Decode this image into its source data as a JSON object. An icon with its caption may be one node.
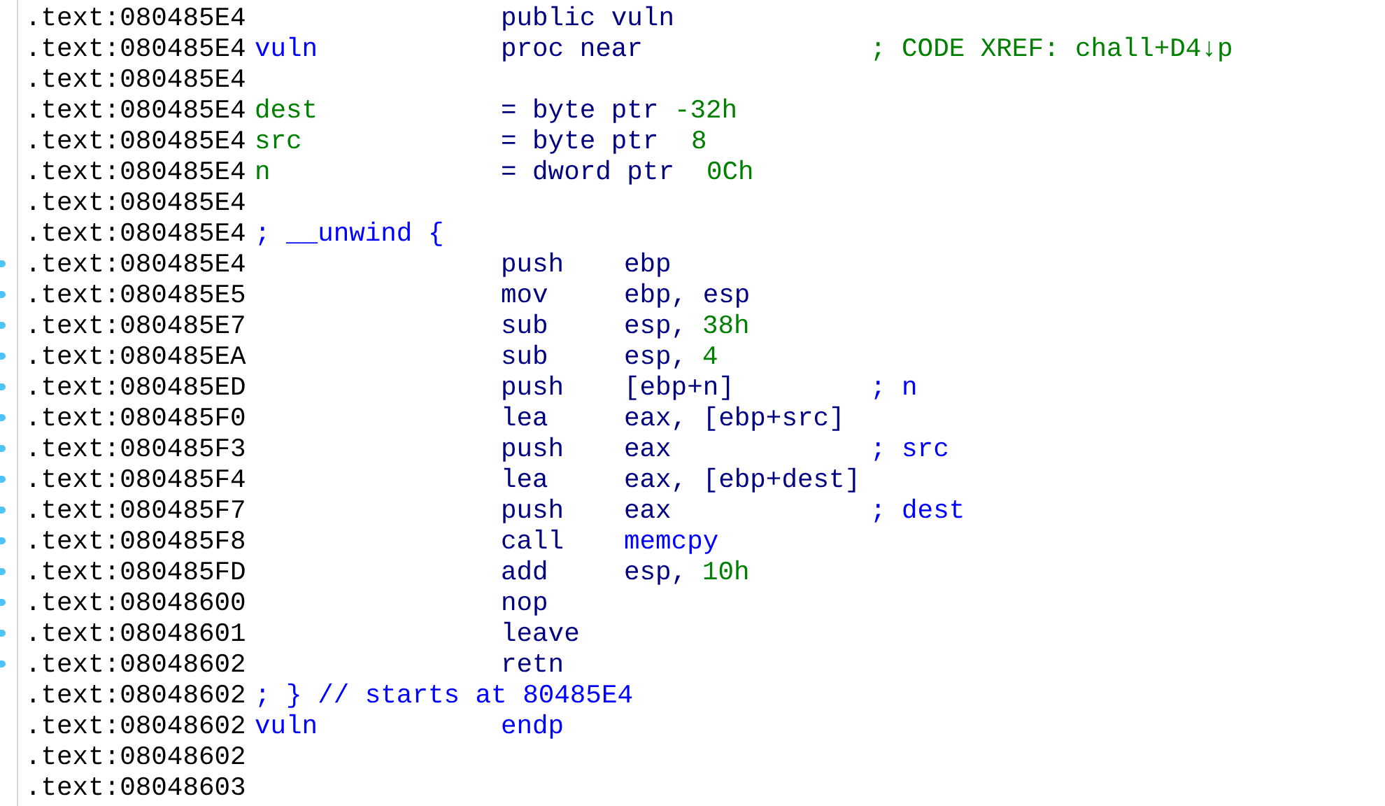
{
  "diagram": {
    "labels": [
      ".text:080485E4",
      "public vuln",
      ".text:080485E4",
      "vuln",
      "proc near",
      "; CODE XREF: chall+D4↓p",
      ".text:080485E4",
      ".text:080485E4",
      "dest",
      "= byte ptr",
      "-32h",
      ".text:080485E4",
      "src",
      "= byte ptr",
      "8",
      ".text:080485E4",
      "n",
      "= dword ptr",
      "0Ch",
      ".text:080485E4",
      ".text:080485E4",
      "; __unwind {",
      ".text:080485E4",
      "push",
      "ebp",
      ".text:080485E5",
      "mov",
      "ebp, esp",
      ".text:080485E7",
      "sub",
      "esp,",
      "38h",
      ".text:080485EA",
      "sub",
      "esp,",
      "4",
      ".text:080485ED",
      "push",
      "[ebp+n]",
      "; n",
      ".text:080485F0",
      "lea",
      "eax, [ebp+src]",
      ".text:080485F3",
      "push",
      "eax",
      "; src",
      ".text:080485F4",
      "lea",
      "eax, [ebp+dest]",
      ".text:080485F7",
      "push",
      "eax",
      "; dest",
      ".text:080485F8",
      "call",
      "memcpy",
      ".text:080485FD",
      "add",
      "esp,",
      "10h",
      ".text:08048600",
      "nop",
      ".text:08048601",
      "leave",
      ".text:08048602",
      "retn",
      ".text:08048602",
      "; } // starts at 80485E4",
      ".text:08048602",
      "vuln",
      "endp",
      ".text:08048602",
      ".text:08048603"
    ]
  }
}
